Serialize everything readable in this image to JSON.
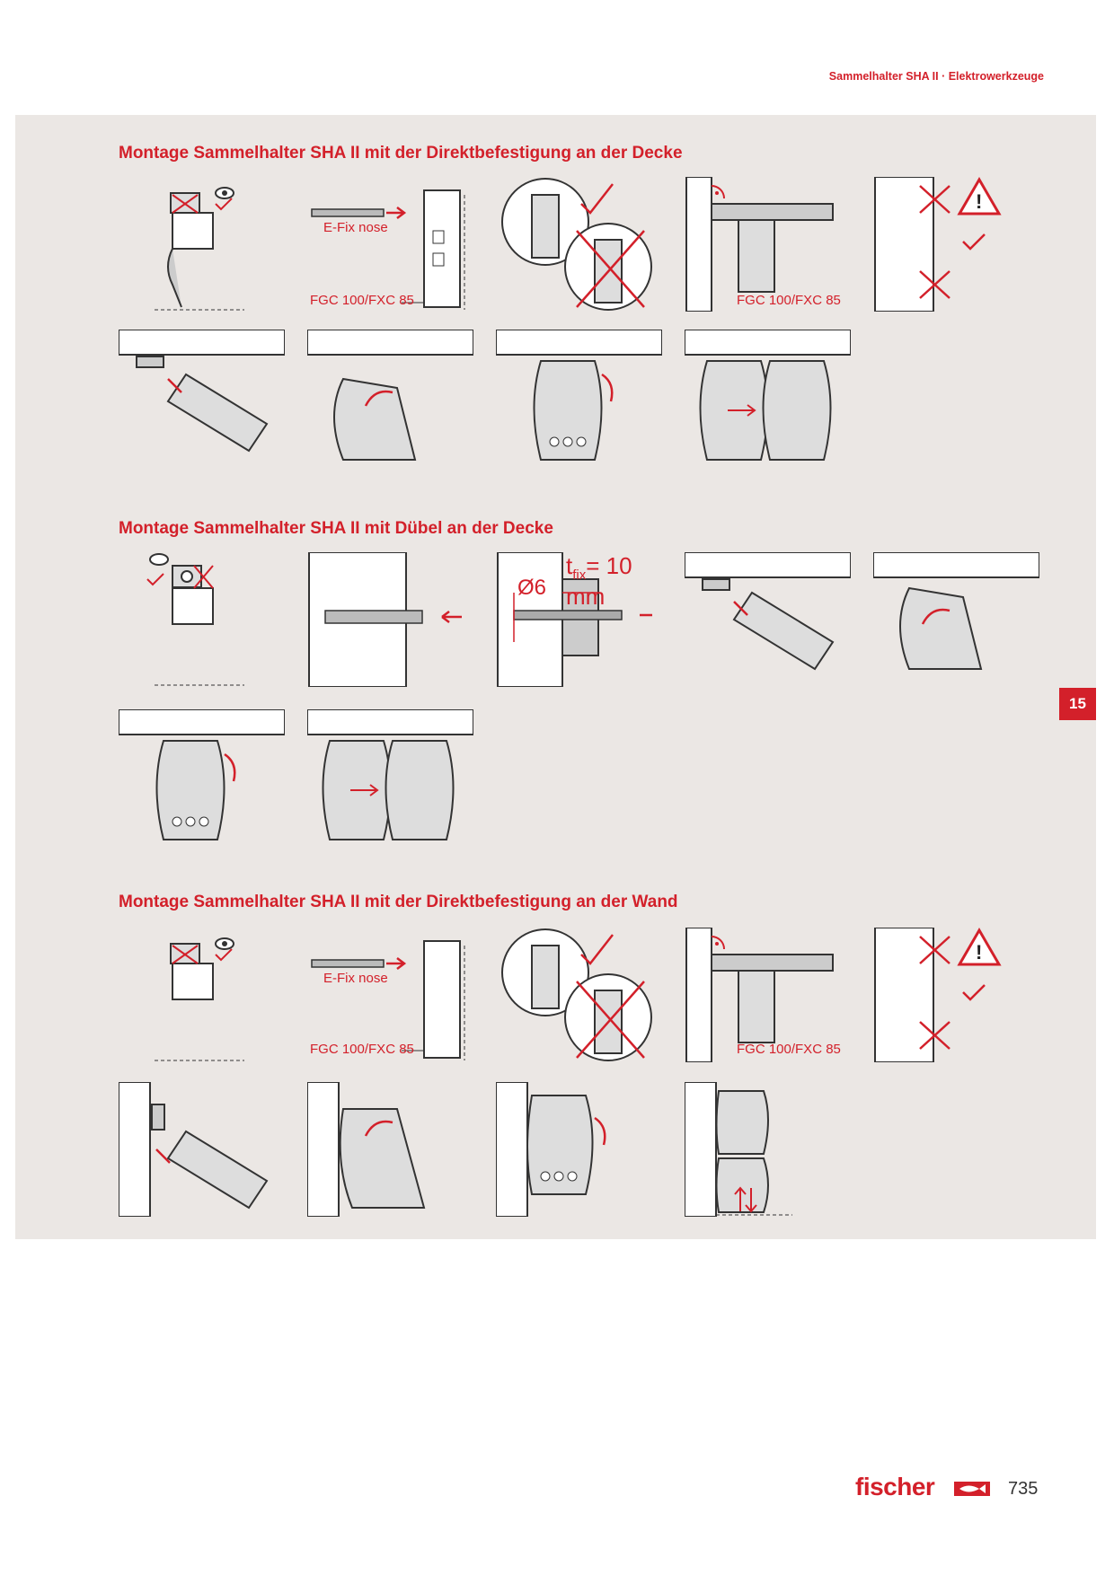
{
  "header": {
    "label": "Sammelhalter SHA II · Elektrowerkzeuge"
  },
  "sections": [
    {
      "title": "Montage Sammelhalter SHA II mit der Direktbefestigung an der Decke"
    },
    {
      "title": "Montage Sammelhalter SHA II mit Dübel an der Decke"
    },
    {
      "title": "Montage Sammelhalter SHA II mit der Direktbefestigung an der Wand"
    }
  ],
  "figures": {
    "e_fix_nose": "E-Fix nose",
    "fgc_fxc": "FGC 100/FXC 85",
    "tfix_symbol": "t",
    "tfix_sub": "fix",
    "tfix_value": "= 10 mm",
    "diameter": "Ø6"
  },
  "chapter_tab": "15",
  "footer": {
    "brand": "fischer",
    "page_number": "735"
  },
  "colors": {
    "accent": "#d3202a",
    "panel": "#ebe7e4",
    "line": "#333333"
  }
}
